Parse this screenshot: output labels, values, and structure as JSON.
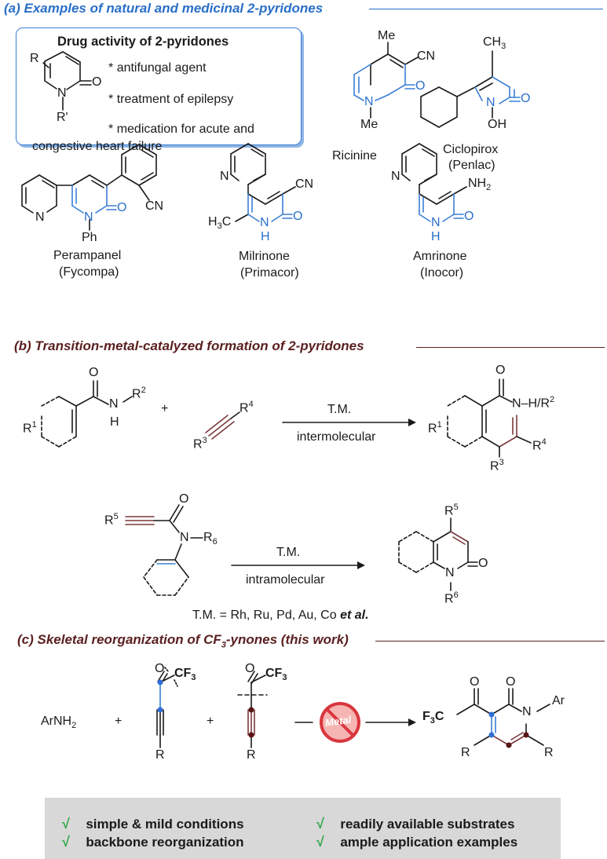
{
  "section_a": {
    "heading": "(a) Examples of natural and medicinal 2-pyridones",
    "box": {
      "title": "Drug activity of 2-pyridones",
      "bullets": [
        "antifungal agent",
        "treatment of epilepsy",
        "medication for acute and",
        "congestive heart failure"
      ],
      "bullet_marker": "*",
      "struct_labels": {
        "r": "R",
        "n": "N",
        "o": "O",
        "rprime": "R'"
      }
    },
    "compounds": [
      {
        "name": "Ricinine",
        "alt": ""
      },
      {
        "name": "Ciclopirox",
        "alt": "(Penlac)"
      },
      {
        "name": "Perampanel",
        "alt": "(Fycompa)"
      },
      {
        "name": "Milrinone",
        "alt": "(Primacor)"
      },
      {
        "name": "Amrinone",
        "alt": "(Inocor)"
      }
    ],
    "atoms": {
      "me": "Me",
      "cn": "CN",
      "n": "N",
      "o": "O",
      "ch3": "CH",
      "sub3": "3",
      "oh": "OH",
      "ph": "Ph",
      "h3c": "H",
      "c": "C",
      "h": "H",
      "nh2": "NH",
      "sub2": "2"
    }
  },
  "section_b": {
    "heading": "(b) Transition-metal-catalyzed formation of 2-pyridones",
    "conditions": {
      "tm": "T.M.",
      "inter": "intermolecular",
      "intra": "intramolecular"
    },
    "plus": "+",
    "catalysts_prefix": "T.M. = Rh, Ru, Pd, Au, Co ",
    "catalysts_suffix": "et al.",
    "labels": {
      "r": "R",
      "n": "N",
      "h": "H",
      "hr": "H/R",
      "o": "O",
      "s1": "1",
      "s2": "2",
      "s3": "3",
      "s4": "4",
      "s5": "5",
      "s6": "6",
      "r6": "R"
    }
  },
  "section_c": {
    "heading": "(c) Skeletal reorganization of CF3-ynones (this work)",
    "heading_parts": [
      "(c) Skeletal reorganization of CF",
      "3",
      "-ynones (this work)"
    ],
    "reagents": {
      "arnh2": "ArNH",
      "sub2": "2",
      "plus": "+",
      "o": "O",
      "cf3": "CF",
      "sub3": "3",
      "r": "R"
    },
    "no_metal_label": "Metal",
    "product": {
      "f3c": "F",
      "c": "C",
      "o": "O",
      "n": "N",
      "ar": "Ar",
      "r": "R"
    }
  },
  "features": {
    "check": "√",
    "items": [
      "simple & mild conditions",
      "backbone reorganization",
      "readily available substrates",
      "ample application examples"
    ]
  },
  "colors": {
    "accent_blue": "#2a6fc9",
    "accent_maroon": "#5a1f1f",
    "bond_blue": "#3a7fd5",
    "bond_maroon": "#7a3a3a",
    "dot_blue": "#2f6fd6",
    "dot_maroon": "#5a1515",
    "check_green": "#2fa84a",
    "panel_gray": "#d8d8d8",
    "no_red": "#d9363e"
  }
}
